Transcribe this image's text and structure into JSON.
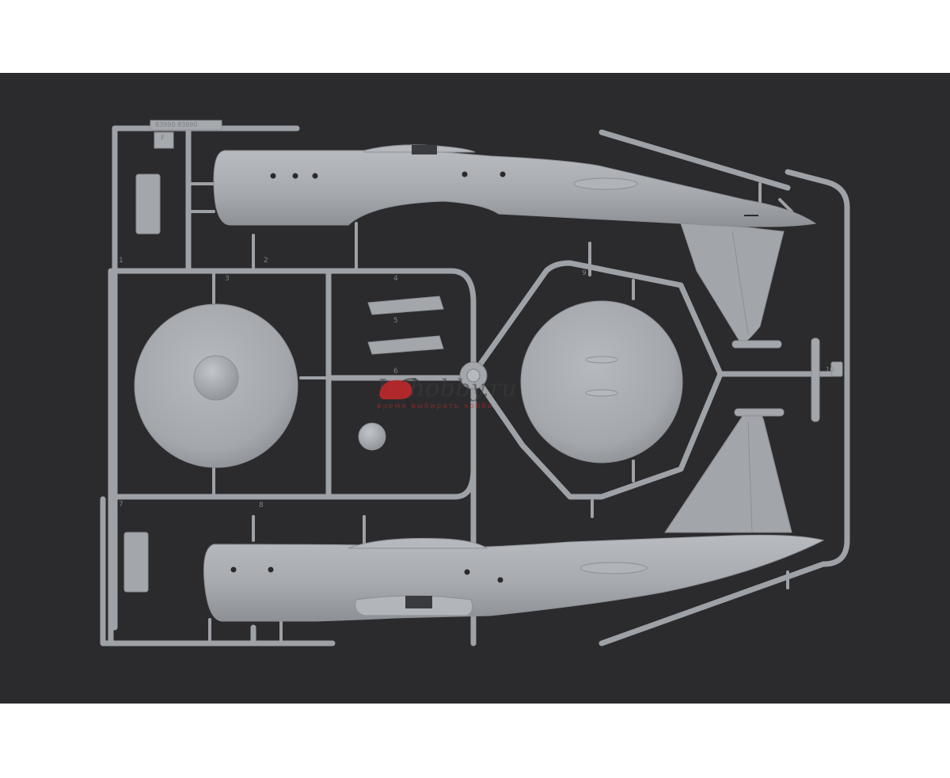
{
  "watermark": {
    "brand": "Imhobby.ru",
    "slogan": "время выбирать хобби"
  },
  "sprue": {
    "frame_letter": "F",
    "code": "83990  83990",
    "part_numbers": [
      "1",
      "2",
      "3",
      "4",
      "5",
      "6",
      "7",
      "8",
      "9",
      "10"
    ]
  },
  "colors": {
    "background": "#2b2b2d",
    "plastic": "#a8abb0",
    "plastic_shade": "#8e9196",
    "watermark_red": "#c8282a"
  }
}
